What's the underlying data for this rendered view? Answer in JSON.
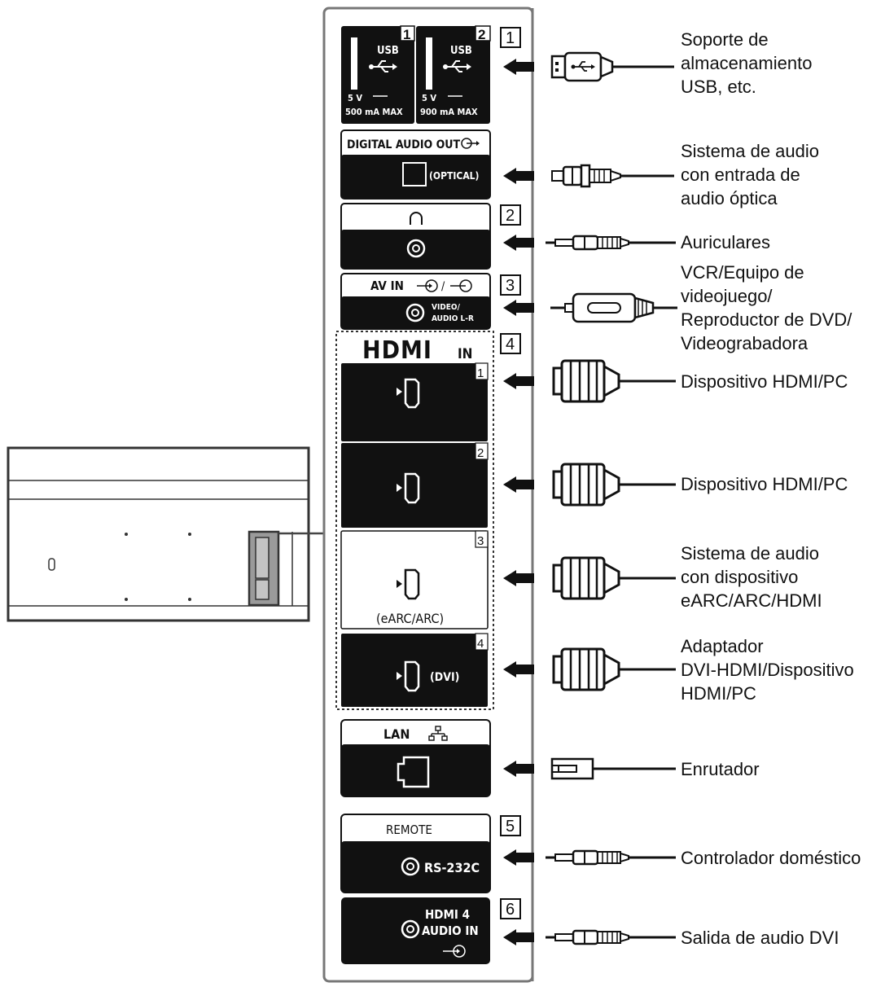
{
  "panel": {
    "usb1": {
      "label": "USB",
      "num": "1",
      "v": "5 V",
      "current": "500 mA MAX"
    },
    "usb2": {
      "label": "USB",
      "num": "2",
      "v": "5 V",
      "current": "900 mA MAX"
    },
    "digital_audio_out": {
      "label": "DIGITAL AUDIO OUT",
      "sub": "(OPTICAL)"
    },
    "av_in": {
      "label": "AV IN",
      "sub1": "VIDEO/",
      "sub2": "AUDIO L-R"
    },
    "hdmi": {
      "logo": "HDMI",
      "in": "IN",
      "ports": [
        "1",
        "2",
        "3",
        "4"
      ],
      "earc": "(eARC/ARC)",
      "dvi": "(DVI)"
    },
    "lan": {
      "label": "LAN"
    },
    "remote": {
      "label": "REMOTE",
      "sub": "RS-232C"
    },
    "hdmi4_audio": {
      "l1": "HDMI 4",
      "l2": "AUDIO IN"
    }
  },
  "markers": [
    "1",
    "2",
    "3",
    "4",
    "5",
    "6"
  ],
  "labels": {
    "usb": [
      "Soporte de",
      "almacenamiento",
      "USB, etc."
    ],
    "optical": [
      "Sistema de audio",
      "con entrada de",
      "audio óptica"
    ],
    "headphones": [
      "Auriculares"
    ],
    "av": [
      "VCR/Equipo de",
      "videojuego/",
      "Reproductor de DVD/",
      "Videograbadora"
    ],
    "hdmi1": [
      "Dispositivo HDMI/PC"
    ],
    "hdmi2": [
      "Dispositivo HDMI/PC"
    ],
    "hdmi3": [
      "Sistema de audio",
      "con dispositivo",
      "eARC/ARC/HDMI"
    ],
    "hdmi4": [
      "Adaptador",
      "DVI-HDMI/Dispositivo",
      "HDMI/PC"
    ],
    "lan": [
      "Enrutador"
    ],
    "remote": [
      "Controlador doméstico"
    ],
    "dvi_audio": [
      "Salida de audio DVI"
    ]
  }
}
